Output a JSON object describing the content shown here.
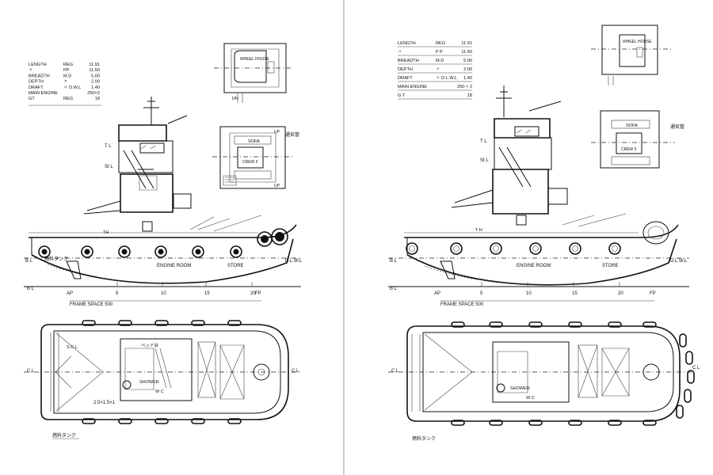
{
  "divider_color": "#9a9a9a",
  "ink_color": "#111111",
  "left": {
    "specs": [
      {
        "label": "LENGTH",
        "qual": "REG",
        "value": "11.91"
      },
      {
        "label": "〃",
        "qual": "PP",
        "value": "11.50"
      },
      {
        "label": "BREADTH",
        "qual": "M.D",
        "value": "5.00"
      },
      {
        "label": "DEPTH",
        "qual": "〃",
        "value": "2.00"
      },
      {
        "label": "DRAFT",
        "qual": "〃 D.W.L",
        "value": "1.40"
      },
      {
        "label": "MAIN ENGINE",
        "qual": "",
        "value": "250×2"
      },
      {
        "label": "GT",
        "qual": "REG",
        "value": "18"
      }
    ],
    "wheelhouse_label": "WHEEL HOUSE",
    "dn_label": "DN",
    "up_label": "UP",
    "sofa_label": "SOFA",
    "crew_label": "CREW 5",
    "vent_label": "通気管",
    "tl_label": "T L",
    "stl_label": "St L",
    "th_label": "TH",
    "engine_room": "ENGINE ROOM",
    "store": "STORE",
    "fuel_tank": "燃料タンク",
    "bl": "B L",
    "dlwl": "D.L.W.L",
    "ap": "AP",
    "fp": "FP",
    "frame_nums": [
      "5",
      "10",
      "15",
      "20"
    ],
    "frame_space": "FRAME SPACE 500",
    "cl": "C L",
    "scl": "S.C.L",
    "shower": "SHOWER",
    "wc": "W C",
    "bed": "ベッド台",
    "hatch": "2.5×1.5×1",
    "fuel_tank_bottom": "燃料タンク"
  },
  "right": {
    "specs": [
      {
        "label": "LENGTH",
        "qual": "REG",
        "value": "11.91"
      },
      {
        "label": "〃",
        "qual": "P P",
        "value": "11.50"
      },
      {
        "label": "BREADTH",
        "qual": "M.D",
        "value": "5.00"
      },
      {
        "label": "DEPTH",
        "qual": "〃",
        "value": "2.00"
      },
      {
        "label": "DRAFT",
        "qual": "〃 D.L.W.L",
        "value": "1.40"
      },
      {
        "label": "MAIN ENGINE",
        "qual": "",
        "value": "250 × 2"
      },
      {
        "label": "G T",
        "qual": "",
        "value": "18"
      }
    ],
    "wheelhouse_label": "WHEEL HOUSE",
    "sofa_label": "SOFA",
    "crew_label": "CREW 5",
    "vent_label": "通気管",
    "tl_label": "T L",
    "stl_label": "St L",
    "th_label": "T H",
    "engine_room": "ENGINE ROOM",
    "store": "STORE",
    "bl": "B L",
    "dlwl": "D.L.W.L",
    "ap": "AP",
    "fp": "FP",
    "frame_nums": [
      "5",
      "10",
      "15",
      "20"
    ],
    "frame_space": "FRAME SPACE 500",
    "cl": "C L",
    "shower": "SHOWER",
    "wc": "W C",
    "fuel_tank_bottom": "燃料タンク"
  }
}
